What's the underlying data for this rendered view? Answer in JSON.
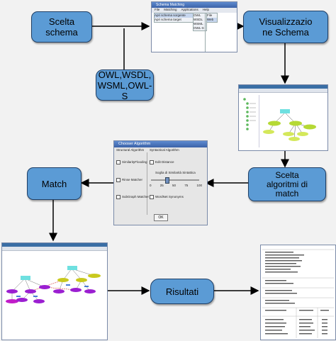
{
  "nodes": {
    "scelta_schema": "Scelta\nschema",
    "visualizzazione_schema": "Visualizzazio\nne Schema",
    "owl_formats": "OWL,WSDL,\nWSML,OWL-S",
    "scelta_algoritmi": "Scelta\nalgoritmi di\nmatch",
    "match": "Match",
    "risultati": "Risultati"
  },
  "schema_window": {
    "title": "Schema Matching",
    "menu": [
      "File",
      "Matching",
      "Applications",
      "Help"
    ],
    "items": [
      "Apri schema sorgente",
      "Apri schema target"
    ],
    "submenu": [
      "OWL",
      "WSDL",
      "WSML",
      "OWL-S"
    ],
    "submenu2": [
      "File",
      "Web"
    ]
  },
  "chooser": {
    "title": "Chooser Algorithm",
    "structural_header": "Structural Algorithm",
    "syntactical_header": "Syntactical Algorithm",
    "structural": [
      "SimilarityFlooding",
      "Rinse Matcher",
      "SubGraph Matcher"
    ],
    "syntactical": [
      "Edit Distance",
      "WordNet Synonyms"
    ],
    "threshold_label": "Soglia di Similarità Sintattica",
    "ticks": [
      "0",
      "25",
      "50",
      "75",
      "100"
    ],
    "ok": "OK"
  }
}
